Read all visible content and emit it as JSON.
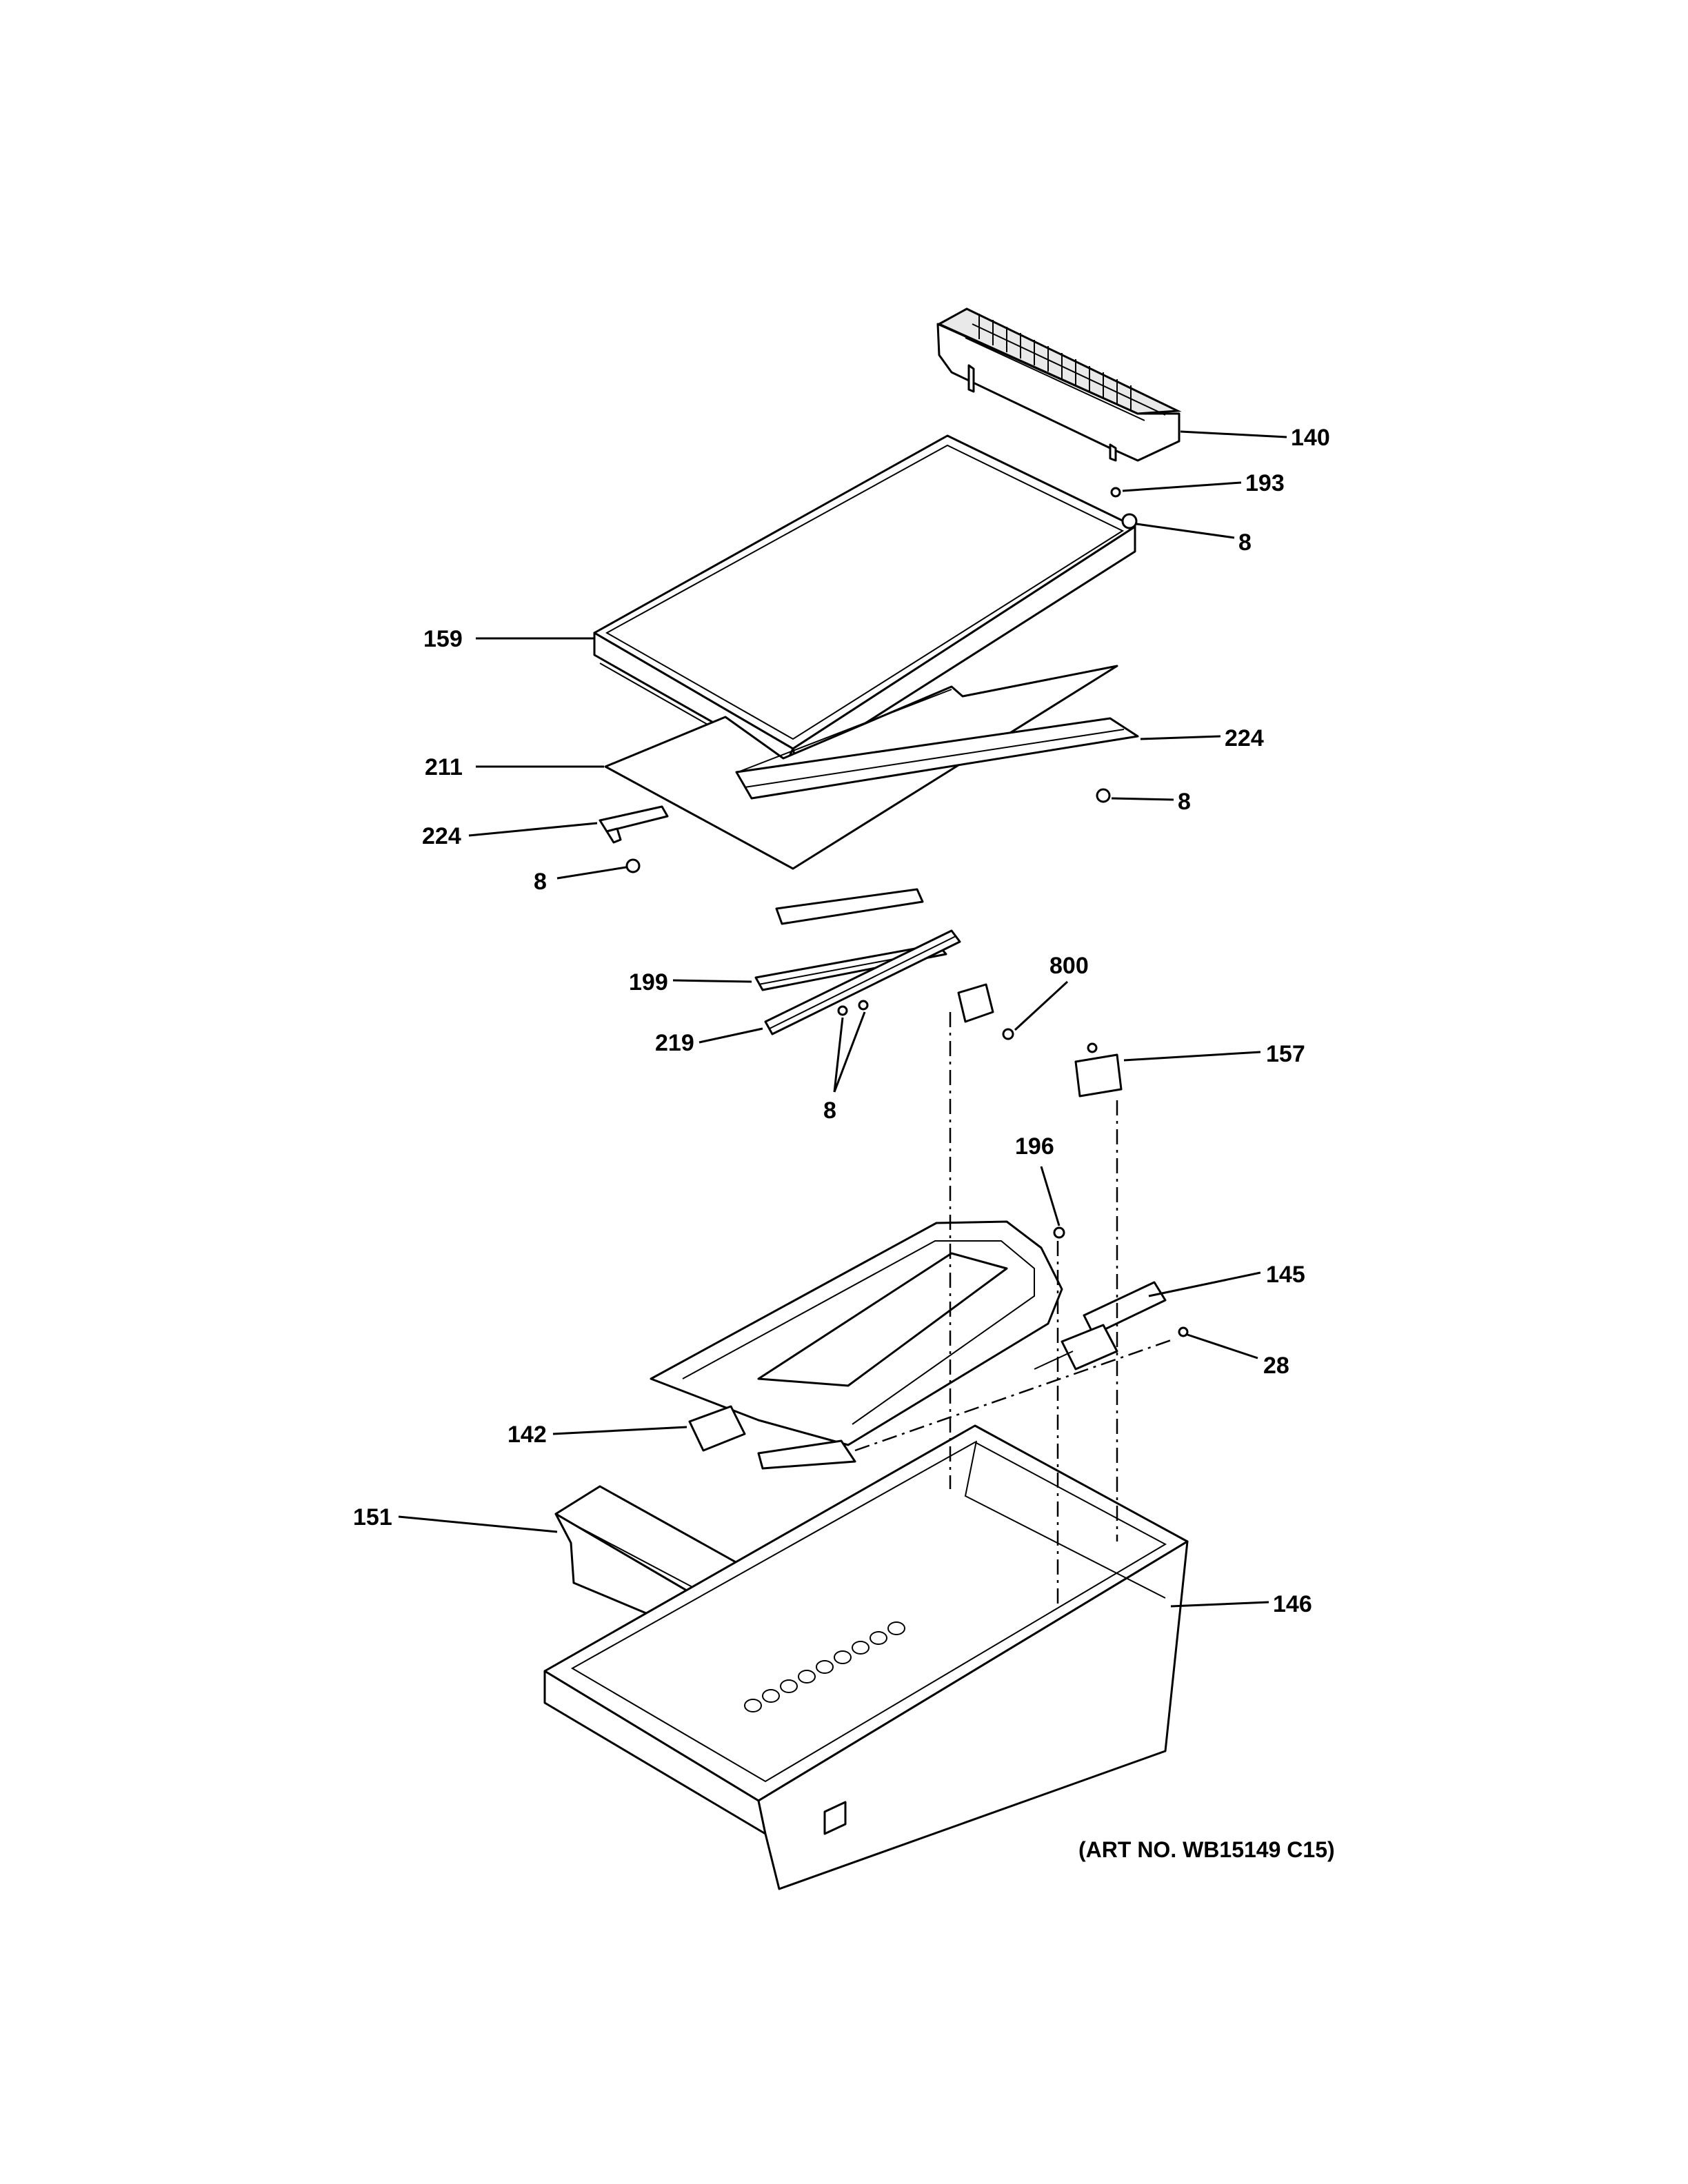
{
  "diagram": {
    "art_number": "(ART NO. WB15149 C15)",
    "callouts": {
      "c140": "140",
      "c193": "193",
      "c8_top": "8",
      "c159": "159",
      "c211": "211",
      "c224_right": "224",
      "c8_right": "8",
      "c224_left": "224",
      "c8_left": "8",
      "c199": "199",
      "c800": "800",
      "c157": "157",
      "c219": "219",
      "c8_bottom": "8",
      "c196": "196",
      "c145": "145",
      "c28": "28",
      "c142": "142",
      "c151": "151",
      "c146": "146"
    }
  }
}
